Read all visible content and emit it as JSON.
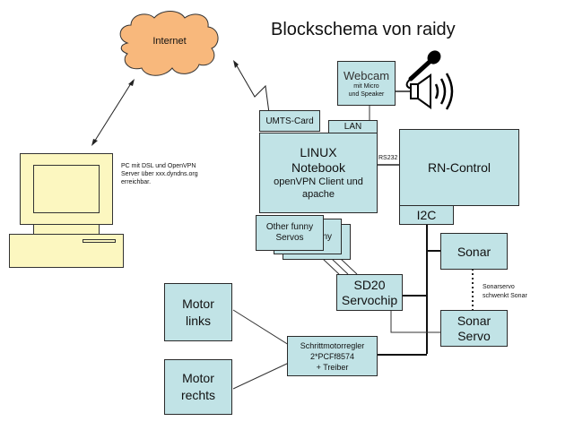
{
  "title": "Blockschema von raidy",
  "colors": {
    "box_fill": "#c1e3e6",
    "cloud_fill": "#f8b87c",
    "pc_fill": "#fcf7c0"
  },
  "internet": {
    "label": "Internet"
  },
  "pc": {
    "note_lines": [
      "PC mit DSL und OpenVPN",
      "Server über xxx.dyndns.org",
      "erreichbar."
    ]
  },
  "webcam": {
    "title": "Webcam",
    "sub1": "mit Micro",
    "sub2": "und Speaker"
  },
  "umts": {
    "label": "UMTS-Card"
  },
  "lan": {
    "label": "LAN"
  },
  "notebook": {
    "line1": "LINUX",
    "line2": "Notebook",
    "line3": "openVPN Client und",
    "line4": "apache"
  },
  "rs232": {
    "label": "RS232"
  },
  "rncontrol": {
    "label": "RN-Control"
  },
  "i2c": {
    "label": "I2C"
  },
  "servos": {
    "line1": "Other funny",
    "line2": "Servos",
    "back_fragment": "ny"
  },
  "sd20": {
    "line1": "SD20",
    "line2": "Servochip"
  },
  "sonar": {
    "label": "Sonar"
  },
  "sonarservo": {
    "line1": "Sonar",
    "line2": "Servo"
  },
  "sonar_note": {
    "line1": "Sonarservo",
    "line2": "schwenkt Sonar"
  },
  "motor_links": {
    "line1": "Motor",
    "line2": "links"
  },
  "motor_rechts": {
    "line1": "Motor",
    "line2": "rechts"
  },
  "stepper": {
    "line1": "Schrittmotorregler",
    "line2": "2*PCFf8574",
    "line3": "+ Treiber"
  }
}
